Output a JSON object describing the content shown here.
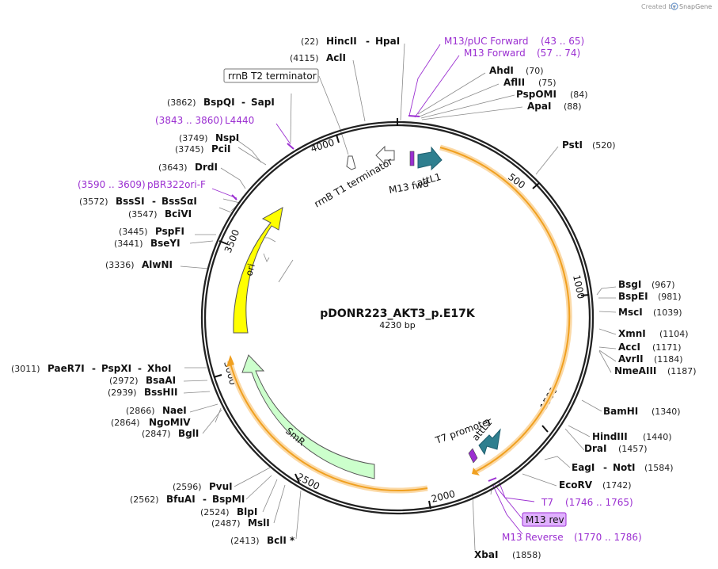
{
  "credit": {
    "prefix": "Created by",
    "brand": "SnapGene"
  },
  "plasmid": {
    "name": "pDONR223_AKT3_p.E17K",
    "length": "4230 bp"
  },
  "ticks": [
    "500",
    "1000",
    "1500",
    "2000",
    "2500",
    "3000",
    "3500",
    "4000"
  ],
  "features": {
    "ori": "ori",
    "smr": "SmR",
    "rrnb_t1": "rrnB T1 terminator",
    "rrnb_t2": "rrnB T2 terminator",
    "m13_fwd": "M13 fwd",
    "attl1": "attL1",
    "attl2": "attL2",
    "t7_promoter": "T7 promoter",
    "m13_rev": "M13 rev"
  },
  "sites": {
    "hincii": {
      "pos": "(22)",
      "name": "HincII",
      "name2": "HpaI"
    },
    "acli": {
      "pos": "(4115)",
      "name": "AclI"
    },
    "ahdi": {
      "name": "AhdI",
      "pos": "(70)"
    },
    "aflii": {
      "name": "AflII",
      "pos": "(75)"
    },
    "pspomi": {
      "name": "PspOMI",
      "pos": "(84)"
    },
    "apai": {
      "name": "ApaI",
      "pos": "(88)"
    },
    "psti": {
      "name": "PstI",
      "pos": "(520)"
    },
    "bsgi": {
      "name": "BsgI",
      "pos": "(967)"
    },
    "bspei": {
      "name": "BspEI",
      "pos": "(981)"
    },
    "msci": {
      "name": "MscI",
      "pos": "(1039)"
    },
    "xmni": {
      "name": "XmnI",
      "pos": "(1104)"
    },
    "acci": {
      "name": "AccI",
      "pos": "(1171)"
    },
    "avrii": {
      "name": "AvrII",
      "pos": "(1184)"
    },
    "nmeaiii": {
      "name": "NmeAIII",
      "pos": "(1187)"
    },
    "bamhi": {
      "name": "BamHI",
      "pos": "(1340)"
    },
    "hindiii": {
      "name": "HindIII",
      "pos": "(1440)"
    },
    "drai": {
      "name": "DraI",
      "pos": "(1457)"
    },
    "eagi": {
      "name": "EagI",
      "name2": "NotI",
      "pos": "(1584)"
    },
    "ecorv": {
      "name": "EcoRV",
      "pos": "(1742)"
    },
    "xbai": {
      "name": "XbaI",
      "pos": "(1858)"
    },
    "bcli": {
      "pos": "(2413)",
      "name": "BclI *"
    },
    "msli": {
      "pos": "(2487)",
      "name": "MslI"
    },
    "blpi": {
      "pos": "(2524)",
      "name": "BlpI"
    },
    "bfuai": {
      "pos": "(2562)",
      "name": "BfuAI",
      "name2": "BspMI"
    },
    "pvui": {
      "pos": "(2596)",
      "name": "PvuI"
    },
    "bgli": {
      "pos": "(2847)",
      "name": "BglI"
    },
    "ngomiv": {
      "pos": "(2864)",
      "name": "NgoMIV"
    },
    "naei": {
      "pos": "(2866)",
      "name": "NaeI"
    },
    "bsshii": {
      "pos": "(2939)",
      "name": "BssHII"
    },
    "bsaai": {
      "pos": "(2972)",
      "name": "BsaAI"
    },
    "paer7i": {
      "pos": "(3011)",
      "name": "PaeR7I",
      "name2": "PspXI",
      "name3": "XhoI"
    },
    "alwni": {
      "pos": "(3336)",
      "name": "AlwNI"
    },
    "bseyi": {
      "pos": "(3441)",
      "name": "BseYI"
    },
    "pspfi": {
      "pos": "(3445)",
      "name": "PspFI"
    },
    "bcivi": {
      "pos": "(3547)",
      "name": "BciVI"
    },
    "bsssi": {
      "pos": "(3572)",
      "name": "BssSI",
      "name2": "BssSαI"
    },
    "drdi": {
      "pos": "(3643)",
      "name": "DrdI"
    },
    "pcii": {
      "pos": "(3745)",
      "name": "PciI"
    },
    "nspi": {
      "pos": "(3749)",
      "name": "NspI"
    },
    "bspqi": {
      "pos": "(3862)",
      "name": "BspQI",
      "name2": "SapI"
    }
  },
  "primers": {
    "m13puc": {
      "name": "M13/pUC Forward",
      "range": "(43 .. 65)"
    },
    "m13f": {
      "name": "M13 Forward",
      "range": "(57 .. 74)"
    },
    "l4440": {
      "range": "(3843 .. 3860)",
      "name": "L4440"
    },
    "pbr322": {
      "range": "(3590 .. 3609)",
      "name": "pBR322ori-F"
    },
    "t7": {
      "name": "T7",
      "range": "(1746 .. 1765)"
    },
    "m13rev_box": {
      "name": "M13 rev"
    },
    "m13reverse": {
      "name": "M13 Reverse",
      "range": "(1770 .. 1786)"
    }
  },
  "colors": {
    "backbone": "#222222",
    "orange_band": "#f0a020",
    "orange_band_light": "#fbd9a6",
    "ori": "#ffff00",
    "smr": "#ccffcc",
    "att": "#2f7f8f",
    "primer": "#9b2fd1",
    "primer_box": "#e0b0ff",
    "leader": "#888888"
  }
}
